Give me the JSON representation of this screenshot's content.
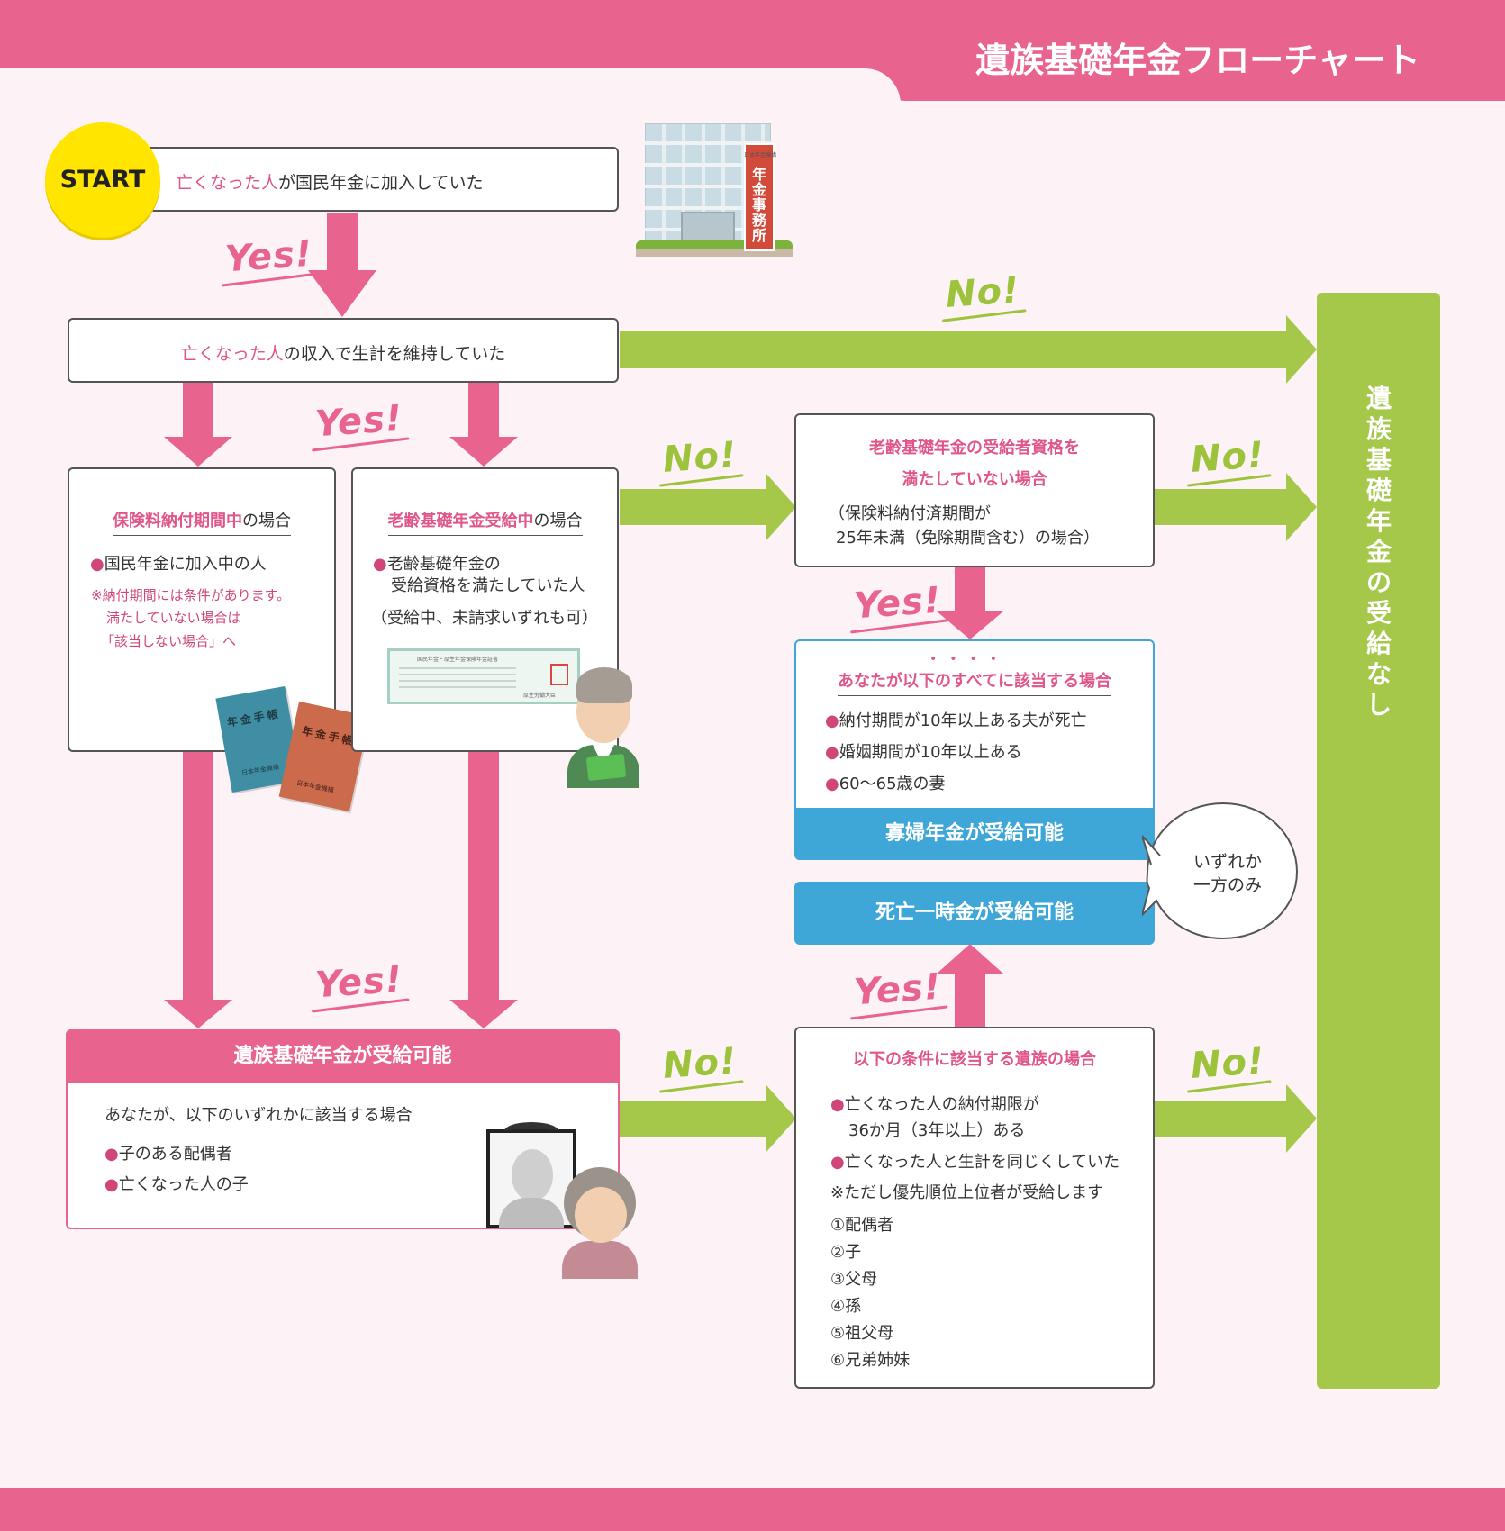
{
  "header": {
    "title": "遺族基礎年金フローチャート"
  },
  "start": {
    "badge": "START",
    "q_pink": "亡くなった人",
    "q_rest": "が国民年金に加入していた"
  },
  "building": {
    "sign": "年金事務所",
    "plate": "日本年金機構"
  },
  "q2": {
    "pink": "亡くなった人",
    "rest": "の収入で生計を維持していた"
  },
  "labels": {
    "yes": "Yes!",
    "no": "No!"
  },
  "left_box": {
    "title_strong": "保険料納付期間中",
    "title_rest": "の場合",
    "bullet": "国民年金に加入中の人",
    "note1": "※納付期間には条件があります。",
    "note2": "満たしていない場合は",
    "note3": "「該当しない場合」へ"
  },
  "mid_box": {
    "title_strong": "老齢基礎年金受給中",
    "title_rest": "の場合",
    "bullet1": "老齢基礎年金の",
    "bullet2": "受給資格を満たしていた人",
    "sub": "（受給中、未請求いずれも可）",
    "cert_title": "国民年金・厚生年金保険年金証書",
    "cert_issuer": "厚生労働大臣"
  },
  "pension_books": {
    "label": "年金手帳",
    "issuer": "日本年金機構"
  },
  "right_q": {
    "title1": "老齢基礎年金の受給者資格を",
    "title2": "満たしていない場合",
    "sub1": "（保険料納付済期間が",
    "sub2": "25年未満（免除期間含む）の場合）"
  },
  "widow_box": {
    "title": "あなたが以下のすべてに該当する場合",
    "items": [
      "納付期間が10年以上ある夫が死亡",
      "婚姻期間が10年以上ある",
      "60〜65歳の妻"
    ],
    "result": "寡婦年金が受給可能"
  },
  "lump": {
    "result": "死亡一時金が受給可能"
  },
  "bubble": {
    "line1": "いずれか",
    "line2": "一方のみ"
  },
  "survivor_box": {
    "title": "遺族基礎年金が受給可能",
    "lead": "あなたが、以下のいずれかに該当する場合",
    "items": [
      "子のある配偶者",
      "亡くなった人の子"
    ]
  },
  "bottom_right": {
    "title": "以下の条件に該当する遺族の場合",
    "b1a": "亡くなった人の納付期限が",
    "b1b": "36か月（3年以上）ある",
    "b2": "亡くなった人と生計を同じくしていた",
    "note": "※ただし優先順位上位者が受給します",
    "order": [
      "①配偶者",
      "②子",
      "③父母",
      "④孫",
      "⑤祖父母",
      "⑥兄弟姉妹"
    ]
  },
  "no_benefit": {
    "text": "遺族基礎年金の受給なし"
  },
  "colors": {
    "pink": "#e8648f",
    "green": "#a5c74a",
    "blue": "#3fa6d8",
    "yellow": "#ffe500",
    "bg": "#fdf3f6"
  }
}
